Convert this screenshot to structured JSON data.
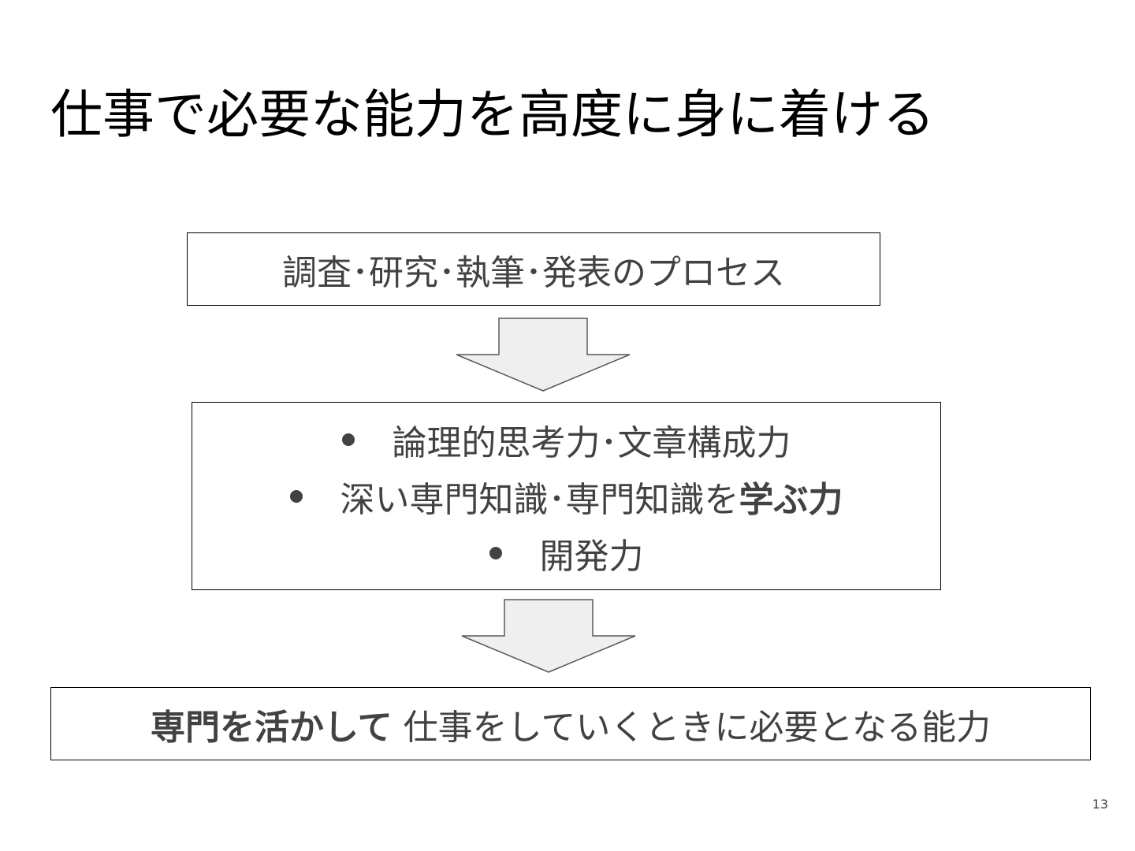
{
  "slide": {
    "title": "仕事で必要な能力を高度に身に着ける",
    "page_number": "13"
  },
  "process_box": {
    "text": "調査･研究･執筆･発表のプロセス"
  },
  "skills_box": {
    "items": [
      {
        "text": "論理的思考力･文章構成力"
      },
      {
        "text_plain": "深い専門知識･専門知識を",
        "text_bold": "学ぶ力"
      },
      {
        "text": "開発力"
      }
    ]
  },
  "result_box": {
    "text_bold": "専門を活かして",
    "text_plain": " 仕事をしていくときに必要となる能力"
  },
  "colors": {
    "arrow_fill": "#efefef",
    "arrow_stroke": "#595959",
    "box_text": "#424242",
    "title_text": "#000000"
  }
}
